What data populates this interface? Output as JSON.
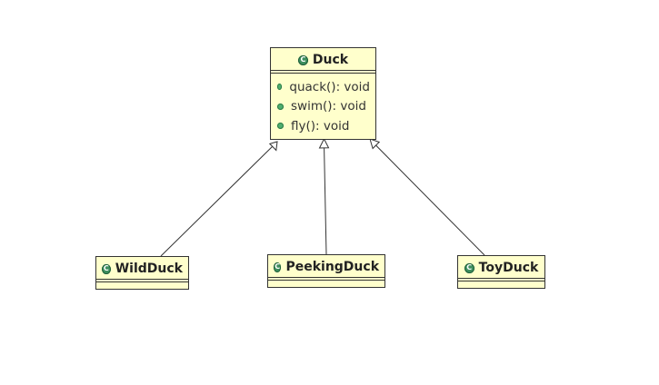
{
  "diagram": {
    "classes": [
      {
        "id": "duck",
        "name": "Duck",
        "methods": [
          "quack(): void",
          "swim(): void",
          "fly(): void"
        ]
      },
      {
        "id": "wild",
        "name": "WildDuck",
        "methods": []
      },
      {
        "id": "peeking",
        "name": "PeekingDuck",
        "methods": []
      },
      {
        "id": "toy",
        "name": "ToyDuck",
        "methods": []
      }
    ],
    "relations": [
      {
        "from": "WildDuck",
        "to": "Duck",
        "type": "generalization"
      },
      {
        "from": "PeekingDuck",
        "to": "Duck",
        "type": "generalization"
      },
      {
        "from": "ToyDuck",
        "to": "Duck",
        "type": "generalization"
      }
    ],
    "colors": {
      "class_fill": "#ffffcc",
      "class_border": "#333333",
      "class_icon": "#3f8f5f",
      "method_icon": "#4fae6f"
    },
    "icons": {
      "class_icon": "class-c-icon",
      "method_icon": "public-method-icon"
    }
  }
}
